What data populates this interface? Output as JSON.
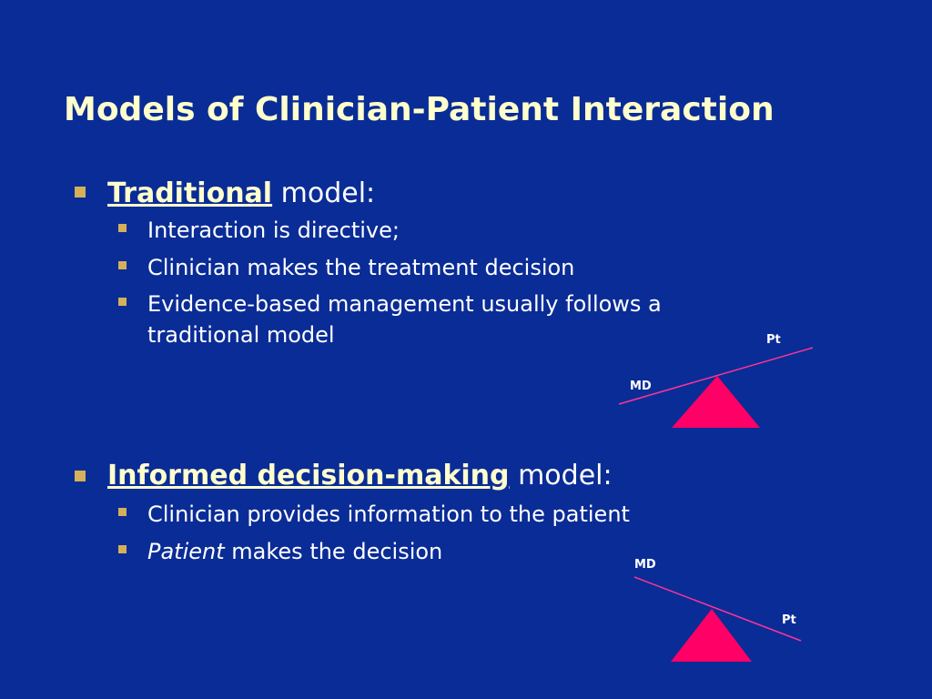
{
  "title": "Models of Clinician-Patient Interaction",
  "sections": [
    {
      "key_term": "Traditional",
      "suffix": " model:",
      "items": [
        {
          "text": "Interaction is directive;"
        },
        {
          "text": "Clinician makes the treatment decision"
        },
        {
          "text_line1": "Evidence-based management usually follows a",
          "text_line2": "traditional model"
        }
      ],
      "diagram": {
        "high_label": "Pt",
        "low_label": "MD"
      }
    },
    {
      "key_term": "Informed decision-making",
      "suffix": " model:",
      "items": [
        {
          "text": "Clinician provides information to the patient"
        },
        {
          "italic": "Patient",
          "rest": " makes the decision"
        }
      ],
      "diagram": {
        "high_label": "MD",
        "low_label": "Pt"
      }
    }
  ],
  "colors": {
    "background": "#0A2C96",
    "title": "#FFFFCC",
    "bullet": "#D4B05A",
    "fulcrum": "#FF0066",
    "beam": "#FF3399"
  }
}
